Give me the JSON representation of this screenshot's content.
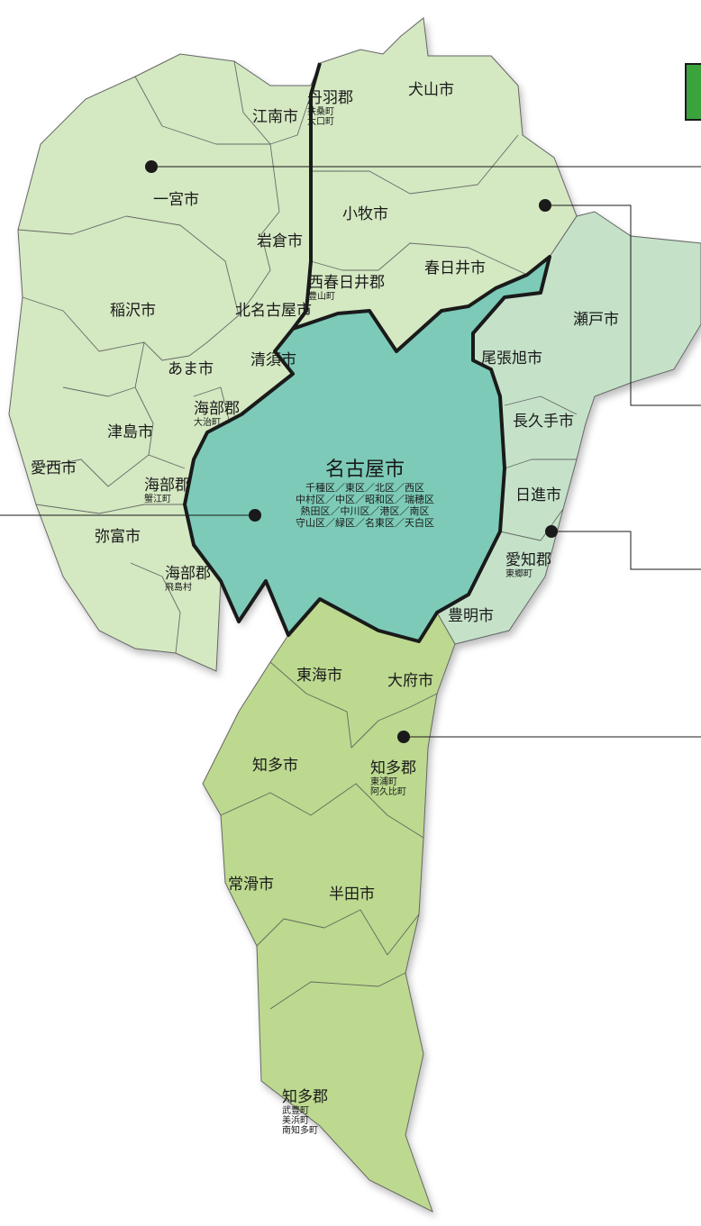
{
  "colors": {
    "owari_fill": "#d4e8c2",
    "seto_fill": "#c5e2c9",
    "nagoya_fill": "#7ccab7",
    "chita_fill": "#bcd98f",
    "border": "#1a1a1a",
    "badge": "#3aa33c"
  },
  "regions": [
    {
      "main": "丹羽郡",
      "subs": [
        "扶桑町",
        "大口町"
      ]
    },
    {
      "main": "犬山市",
      "subs": []
    },
    {
      "main": "江南市",
      "subs": []
    },
    {
      "main": "一宮市",
      "subs": []
    },
    {
      "main": "小牧市",
      "subs": []
    },
    {
      "main": "岩倉市",
      "subs": []
    },
    {
      "main": "春日井市",
      "subs": []
    },
    {
      "main": "西春日井郡",
      "subs": [
        "豊山町"
      ]
    },
    {
      "main": "稲沢市",
      "subs": []
    },
    {
      "main": "北名古屋市",
      "subs": []
    },
    {
      "main": "瀬戸市",
      "subs": []
    },
    {
      "main": "清須市",
      "subs": []
    },
    {
      "main": "尾張旭市",
      "subs": []
    },
    {
      "main": "あま市",
      "subs": []
    },
    {
      "main": "海部郡",
      "subs": [
        "大治町"
      ]
    },
    {
      "main": "津島市",
      "subs": []
    },
    {
      "main": "長久手市",
      "subs": []
    },
    {
      "main": "名古屋市",
      "subs": [
        "千種区／東区／北区／西区",
        "中村区／中区／昭和区／瑞穂区",
        "熱田区／中川区／港区／南区",
        "守山区／緑区／名東区／天白区"
      ]
    },
    {
      "main": "愛西市",
      "subs": []
    },
    {
      "main": "海部郡",
      "subs": [
        "蟹江町"
      ]
    },
    {
      "main": "日進市",
      "subs": []
    },
    {
      "main": "弥富市",
      "subs": []
    },
    {
      "main": "愛知郡",
      "subs": [
        "東郷町"
      ]
    },
    {
      "main": "海部郡",
      "subs": [
        "飛島村"
      ]
    },
    {
      "main": "豊明市",
      "subs": []
    },
    {
      "main": "東海市",
      "subs": []
    },
    {
      "main": "大府市",
      "subs": []
    },
    {
      "main": "知多市",
      "subs": []
    },
    {
      "main": "知多郡",
      "subs": [
        "東浦町",
        "阿久比町"
      ]
    },
    {
      "main": "常滑市",
      "subs": []
    },
    {
      "main": "半田市",
      "subs": []
    },
    {
      "main": "知多郡",
      "subs": [
        "武豊町",
        "美浜町",
        "南知多町"
      ]
    }
  ]
}
